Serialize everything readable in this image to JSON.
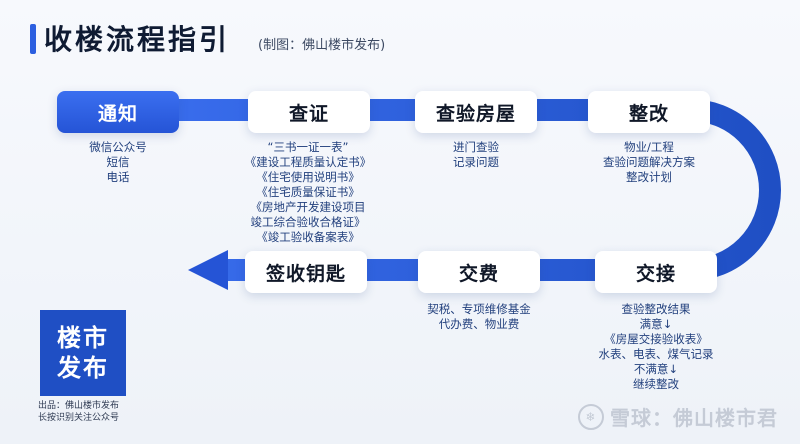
{
  "header": {
    "title": "收楼流程指引",
    "subtitle": "(制图：佛山楼市发布)"
  },
  "steps": [
    {
      "label": "通知",
      "desc": [
        "微信公众号",
        "短信",
        "电话"
      ]
    },
    {
      "label": "查证",
      "desc": [
        "“三书一证一表”",
        "《建设工程质量认定书》",
        "《住宅使用说明书》",
        "《住宅质量保证书》",
        "《房地产开发建设项目",
        "竣工综合验收合格证》",
        "《竣工验收备案表》"
      ]
    },
    {
      "label": "查验房屋",
      "desc": [
        "进门查验",
        "记录问题"
      ]
    },
    {
      "label": "整改",
      "desc": [
        "物业/工程",
        "查验问题解决方案",
        "整改计划"
      ]
    },
    {
      "label": "交接",
      "desc": [
        "查验整改结果",
        "满意↓",
        "《房屋交接验收表》",
        "水表、电表、煤气记录",
        "不满意↓",
        "继续整改"
      ]
    },
    {
      "label": "交费",
      "desc": [
        "契税、专项维修基金",
        "代办费、物业费"
      ]
    },
    {
      "label": "签收钥匙",
      "desc": []
    }
  ],
  "logo": {
    "line1": "楼市",
    "line2": "发布",
    "foot1": "出品：佛山楼市发布",
    "foot2": "长按识别关注公众号"
  },
  "watermark": {
    "icon": "snowball-icon",
    "text": "雪球：佛山楼市君"
  },
  "colors": {
    "accent": "#2c5fe0",
    "flow": "#2554d6"
  }
}
